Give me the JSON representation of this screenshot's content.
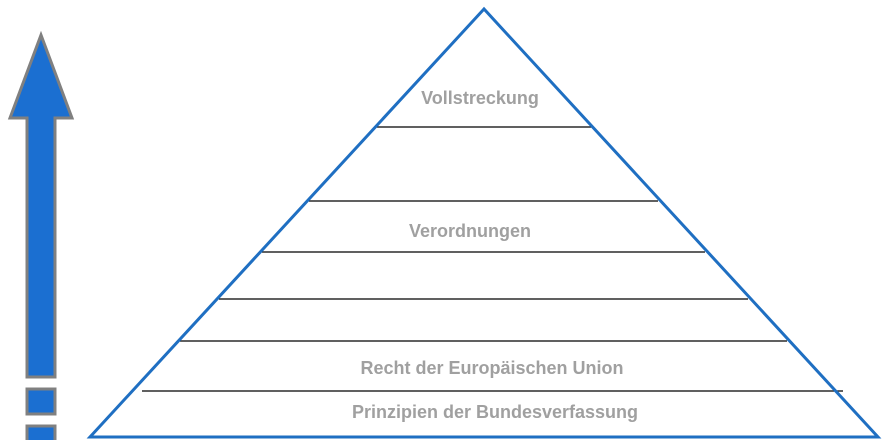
{
  "pyramid": {
    "levels": [
      {
        "label": "Vollstreckung"
      },
      {
        "label": ""
      },
      {
        "label": "Verordnungen"
      },
      {
        "label": ""
      },
      {
        "label": ""
      },
      {
        "label": "Recht der Europäischen Union"
      },
      {
        "label": "Prinzipien der Bundesverfassung"
      }
    ]
  },
  "colors": {
    "outline": "#1f6fc2",
    "arrow_fill": "#1b6fd1",
    "arrow_stroke": "#808080",
    "divider": "#000000",
    "label": "#a0a0a0"
  }
}
